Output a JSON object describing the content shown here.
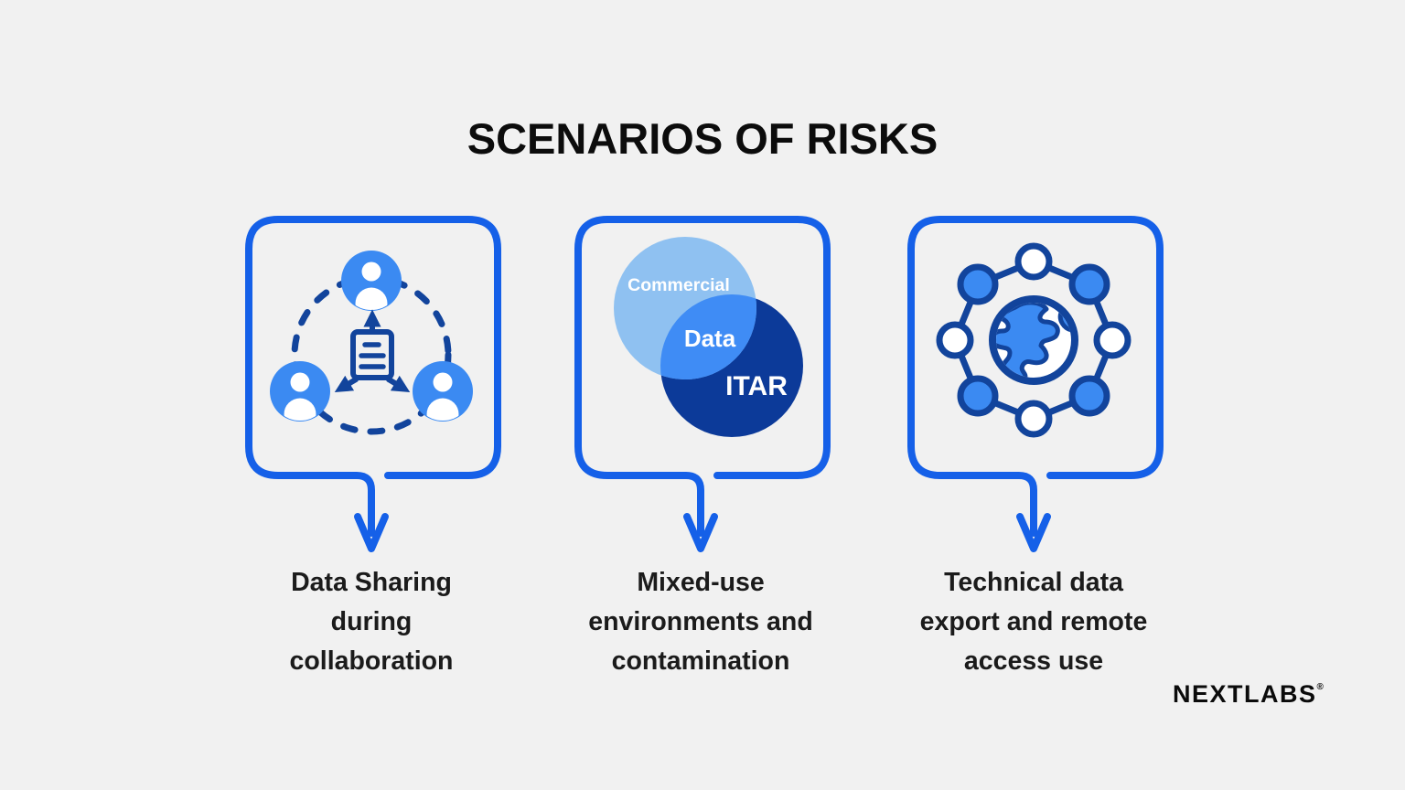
{
  "title": "SCENARIOS OF RISKS",
  "scenarios": [
    {
      "name": "data-sharing-during-collaboration",
      "icon": "people-document-share-icon",
      "caption_lines": [
        "Data Sharing",
        "during",
        "collaboration"
      ]
    },
    {
      "name": "mixed-use-environments-and-contamination",
      "icon": "venn-diagram-icon",
      "venn": {
        "circle_a": "Commercial",
        "overlap": "Data",
        "circle_b": "ITAR"
      },
      "caption_lines": [
        "Mixed-use",
        "environments and",
        "contamination"
      ]
    },
    {
      "name": "technical-data-export-and-remote-access",
      "icon": "globe-network-icon",
      "caption_lines": [
        "Technical data",
        "export and remote",
        "access use"
      ]
    }
  ],
  "logo": {
    "brand": "NEXTLABS",
    "registered_mark": "®"
  },
  "colors": {
    "background": "#f1f1f1",
    "panel_border_blue": "#1560e8",
    "accent_blue": "#3b8af2",
    "icon_navy": "#12449c",
    "venn_light_blue": "#8fc1f1",
    "venn_mid_blue": "#3f8cf5",
    "venn_dark_navy": "#0c3a99",
    "text_color": "#1b1b1b"
  }
}
